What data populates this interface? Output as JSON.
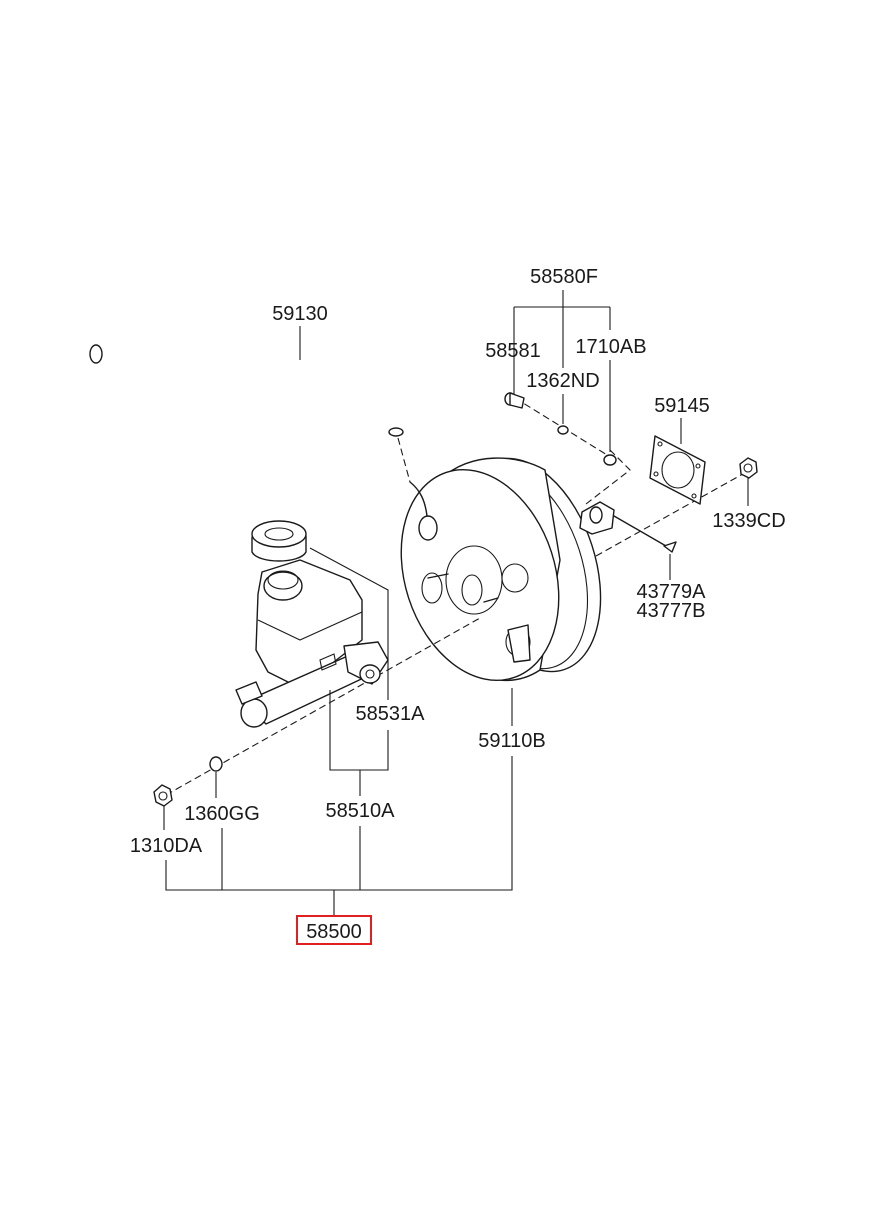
{
  "parts": {
    "p58580F": "58580F",
    "p58581": "58581",
    "p1710AB": "1710AB",
    "p1362ND": "1362ND",
    "p59130": "59130",
    "p59145": "59145",
    "p1339CD": "1339CD",
    "p43779A": "43779A",
    "p43777B": "43777B",
    "p58531A": "58531A",
    "p59110B": "59110B",
    "p1360GG": "1360GG",
    "p58510A": "58510A",
    "p1310DA": "1310DA",
    "p58500": "58500"
  },
  "highlight": {
    "part": "58500",
    "color": "#e02020"
  }
}
